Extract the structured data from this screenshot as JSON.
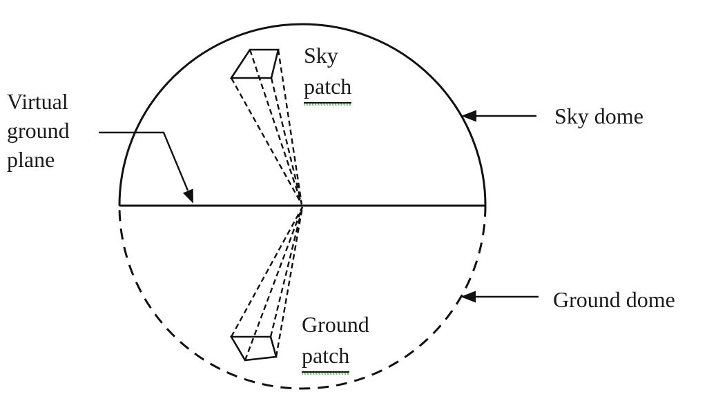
{
  "diagram": {
    "labels": {
      "virtual_ground_plane": "Virtual ground plane",
      "sky_patch": {
        "line1": "Sky",
        "line2": "patch"
      },
      "ground_patch": {
        "line1": "Ground",
        "line2": "patch"
      },
      "sky_dome": "Sky dome",
      "ground_dome": "Ground dome"
    },
    "colors": {
      "stroke": "#111111",
      "text": "#1a1a1a",
      "grammar_underline": "#7cc47c",
      "background": "#ffffff"
    }
  }
}
